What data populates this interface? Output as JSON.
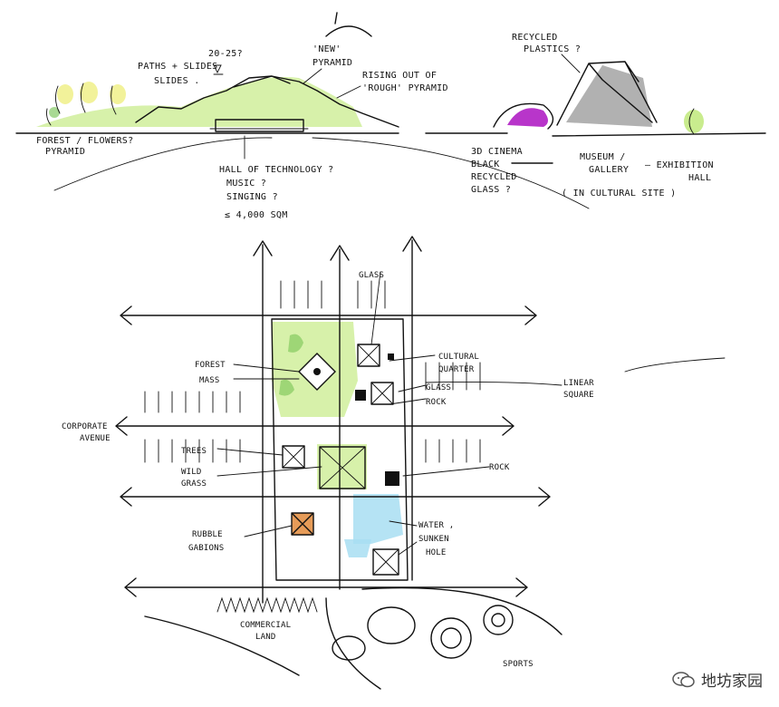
{
  "section": {
    "labels": {
      "paths_slides": "PATHS + SLIDES",
      "height": "20-25?",
      "new_pyramid_1": "'NEW'",
      "new_pyramid_2": "PYRAMID",
      "rising_1": "RISING OUT OF",
      "rising_2": "'ROUGH' PYRAMID",
      "forest_1": "FOREST / FLOWERS?",
      "forest_2": "PYRAMID",
      "hall_1": "HALL OF TECHNOLOGY ?",
      "hall_2": "MUSIC ?",
      "hall_3": "SINGING ?",
      "hall_4": "≤ 4,000 sqm",
      "recycled_1": "RECYCLED",
      "recycled_2": "PLASTICS ?",
      "cinema_1": "3D CINEMA",
      "cinema_2": "BLACK",
      "cinema_3": "RECYCLED",
      "cinema_4": "GLASS ?",
      "museum_1": "MUSEUM /",
      "museum_2": "GALLERY",
      "exhibition_1": "— EXHIBITION",
      "exhibition_2": "HALL",
      "cultural_site": "( IN CULTURAL SITE )"
    }
  },
  "plan": {
    "labels": {
      "glass_top": "GLASS",
      "cultural_1": "CULTURAL",
      "cultural_2": "QUARTER",
      "forest": "FOREST",
      "mass": "MASS",
      "glass": "GLASS",
      "rock_small": "ROCK",
      "linear_1": "LINEAR",
      "linear_2": "SQUARE",
      "corporate_1": "CORPORATE",
      "corporate_2": "AVENUE",
      "trees": "TREES",
      "wild_1": "WILD",
      "wild_2": "GRASS",
      "rock": "ROCK",
      "rubble_1": "RUBBLE",
      "rubble_2": "GABIONS",
      "water_1": "WATER ,",
      "water_2": "SUNKEN",
      "water_3": "HOLE",
      "commercial_1": "COMMERCIAL",
      "commercial_2": "LAND",
      "sports": "SPORTS"
    }
  },
  "watermark": {
    "text": "地坊家园"
  },
  "colors": {
    "green": "#c9ec8e",
    "magenta": "#b01fc4",
    "grey": "#a9a9a9",
    "blue": "#a8def2",
    "orange": "#e28a3b"
  }
}
